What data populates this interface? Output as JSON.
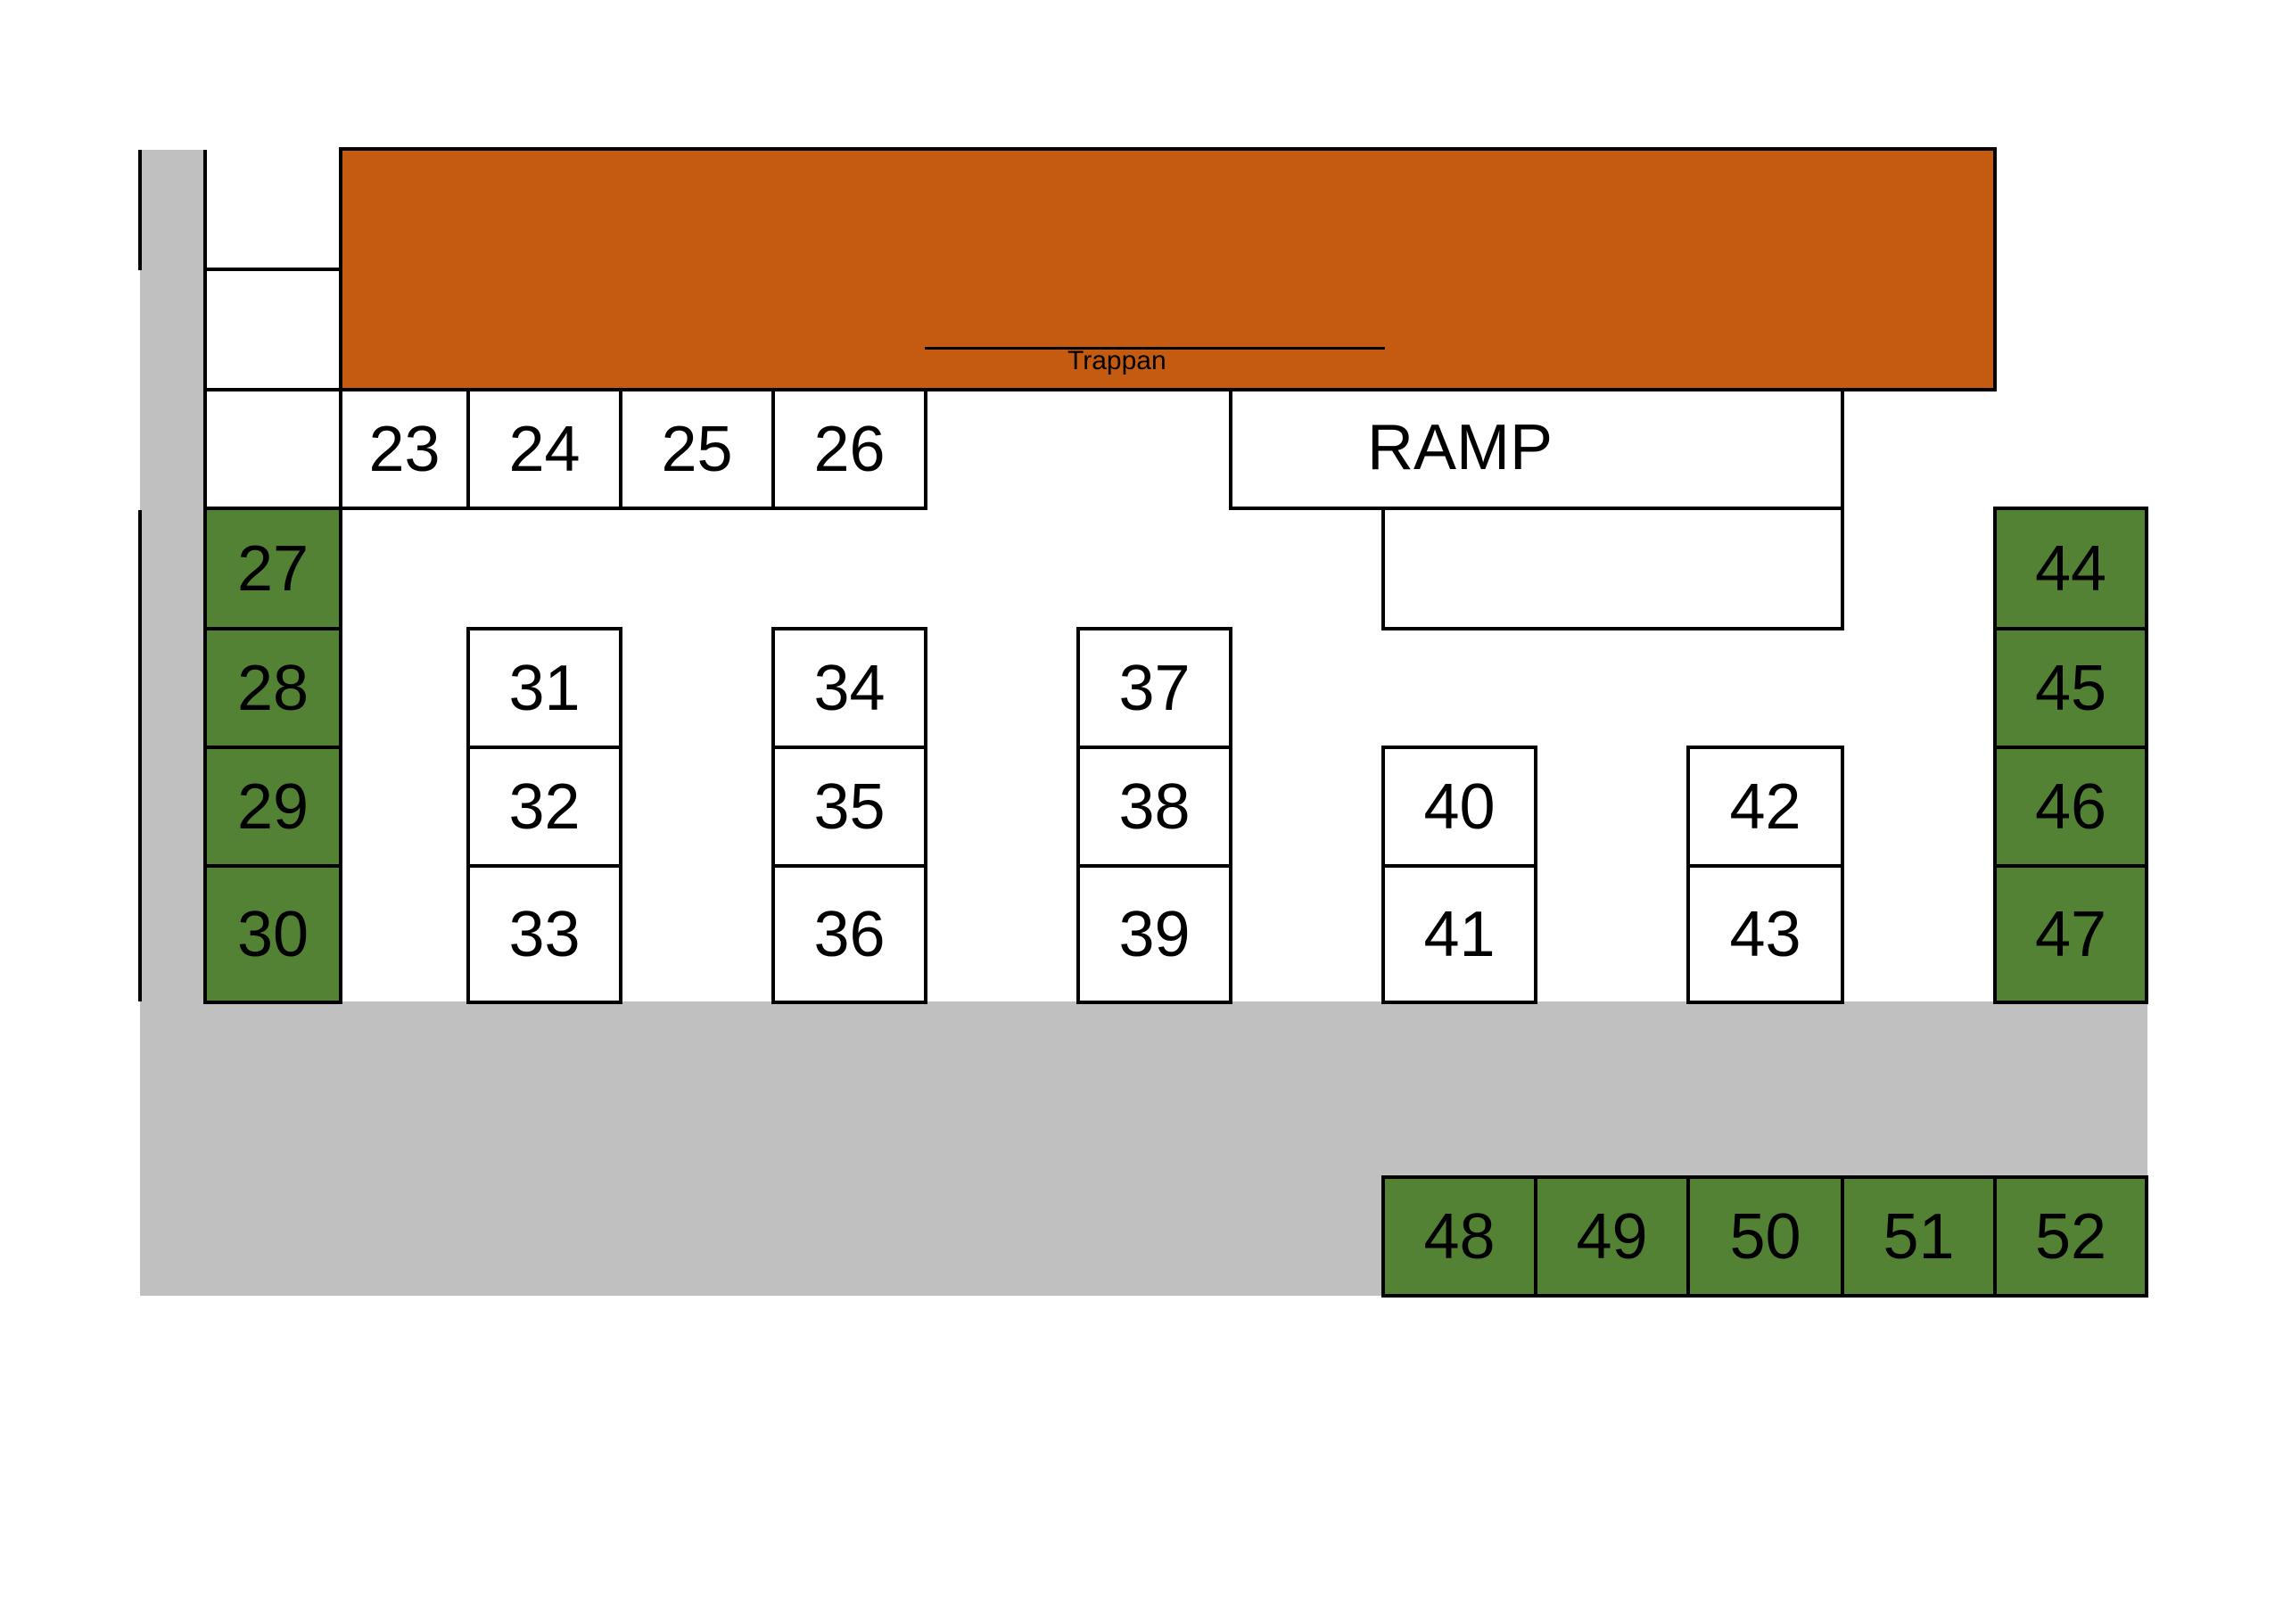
{
  "map": {
    "stair_label": "Trappan",
    "ramp_label": "RAMP",
    "colors": {
      "building": "#c55a11",
      "stall_green": "#548235",
      "stall_white": "#ffffff",
      "walkway": "#c0c0c0",
      "outline": "#000000"
    },
    "stalls": {
      "top_row": [
        "23",
        "24",
        "25",
        "26"
      ],
      "left_column": [
        "27",
        "28",
        "29",
        "30"
      ],
      "column_1": [
        "31",
        "32",
        "33"
      ],
      "column_2": [
        "34",
        "35",
        "36"
      ],
      "column_3": [
        "37",
        "38",
        "39"
      ],
      "column_4": [
        "40",
        "41"
      ],
      "column_5": [
        "42",
        "43"
      ],
      "right_column": [
        "44",
        "45",
        "46",
        "47"
      ],
      "bottom_row": [
        "48",
        "49",
        "50",
        "51",
        "52"
      ]
    }
  }
}
